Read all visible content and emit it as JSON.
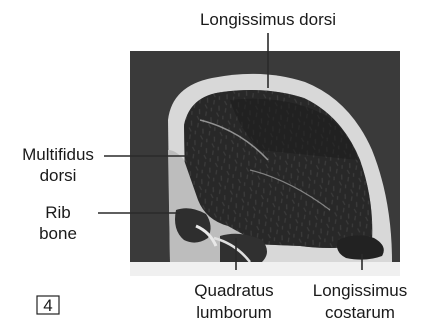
{
  "labels": {
    "longissimus_dorsi": "Longissimus dorsi",
    "multifidus_line1": "Multifidus",
    "multifidus_line2": "dorsi",
    "rib_line1": "Rib",
    "rib_line2": "bone",
    "quadratus_line1": "Quadratus",
    "quadratus_line2": "lumborum",
    "costarum_line1": "Longissimus",
    "costarum_line2": "costarum"
  },
  "figure_number": "4"
}
